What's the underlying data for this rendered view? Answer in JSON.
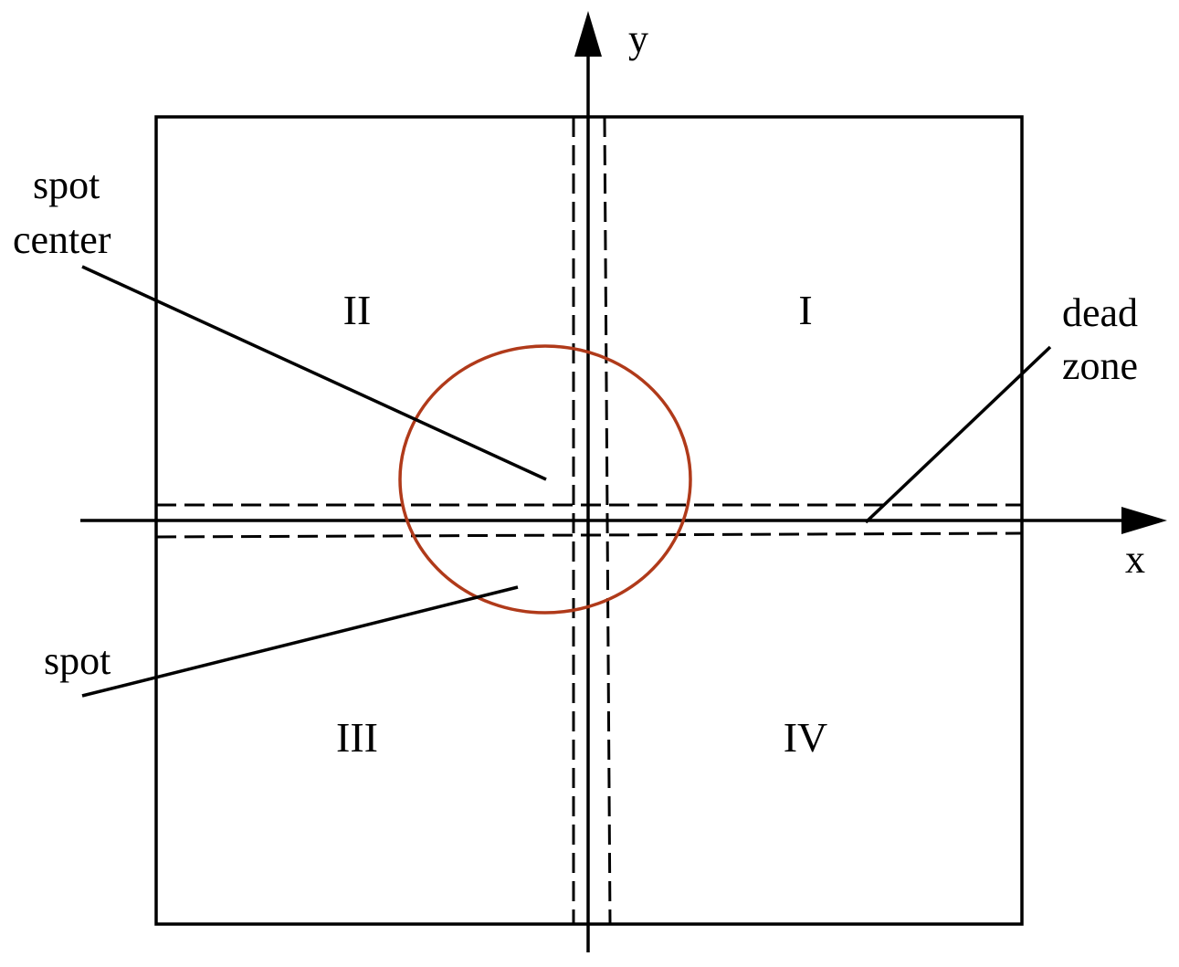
{
  "colors": {
    "line": "#000000",
    "spot": "#B03A1A",
    "background": "#FFFFFF"
  },
  "labels": {
    "x_axis": "x",
    "y_axis": "y",
    "quadrant_1": "I",
    "quadrant_2": "II",
    "quadrant_3": "III",
    "quadrant_4": "IV",
    "spot_center_line1": "spot",
    "spot_center_line2": "center",
    "dead_zone_line1": "dead",
    "dead_zone_line2": "zone",
    "spot": "spot"
  },
  "icons": {
    "x_arrow": "arrowhead-right",
    "y_arrow": "arrowhead-up"
  }
}
